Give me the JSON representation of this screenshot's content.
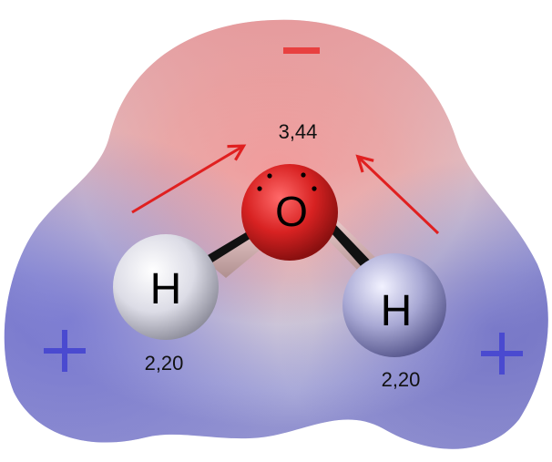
{
  "molecule": {
    "oxygen": {
      "symbol": "O",
      "electronegativity": "3,44"
    },
    "hydrogen_left": {
      "symbol": "H",
      "electronegativity": "2,20"
    },
    "hydrogen_right": {
      "symbol": "H",
      "electronegativity": "2,20"
    }
  },
  "charges": {
    "negative": "−",
    "positive_left": "+",
    "positive_right": "+"
  },
  "colors": {
    "negative_region": "#e85a5a",
    "positive_region": "#6a6acc",
    "oxygen_atom": "#d42020",
    "hydrogen_atom": "#d8d8e0",
    "arrow": "#e02020",
    "charge_negative": "#e84040",
    "charge_positive": "#4a4ad0"
  }
}
